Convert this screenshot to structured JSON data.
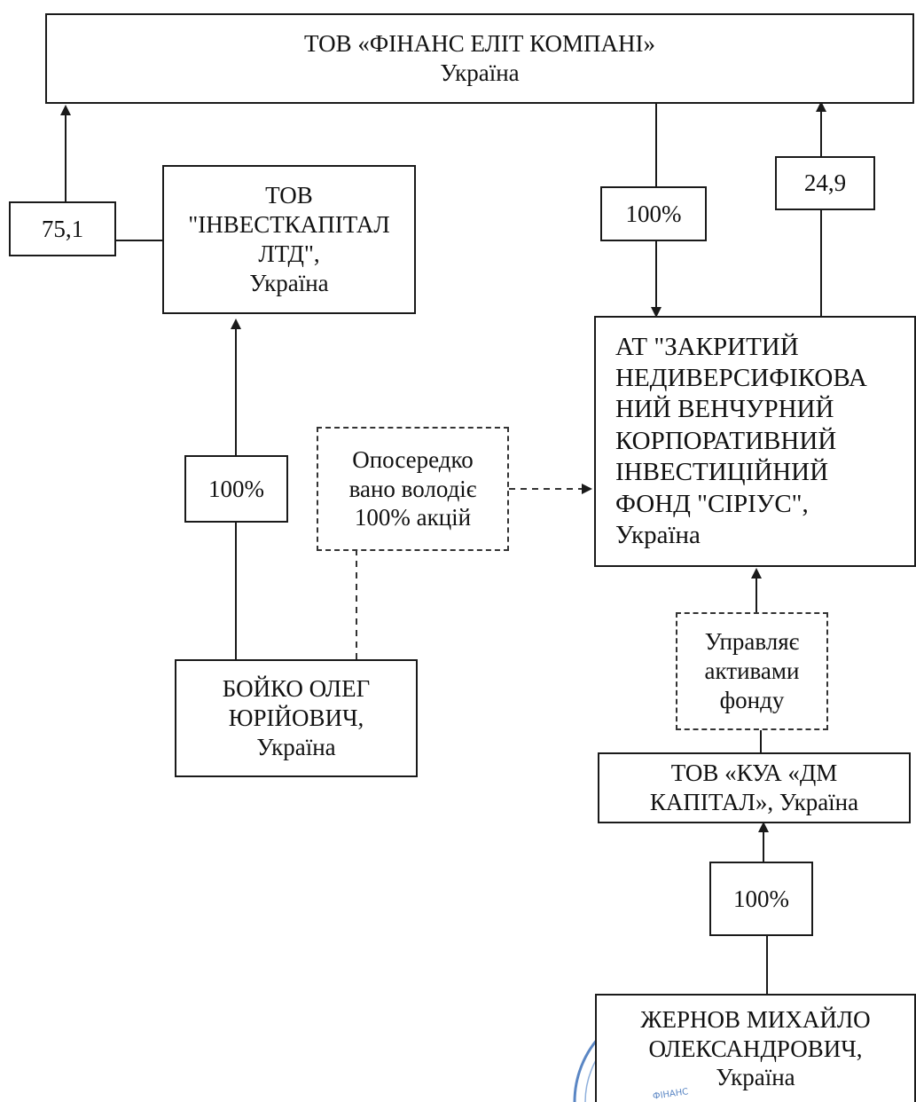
{
  "nodes": {
    "parent_company": {
      "lines": [
        "ТОВ «ФІНАНС ЕЛІТ КОМПАНІ»",
        "Україна"
      ]
    },
    "investkapital": {
      "lines": [
        "ТОВ",
        "\"ІНВЕСТКАПІТАЛ",
        "ЛТД\",",
        "Україна"
      ]
    },
    "fund_sirius": {
      "lines": [
        "АТ \"ЗАКРИТИЙ",
        "НЕДИВЕРСИФІКОВА",
        "НИЙ ВЕНЧУРНИЙ",
        "КОРПОРАТИВНИЙ",
        "ІНВЕСТИЦІЙНИЙ",
        "ФОНД \"СІРІУС\",",
        "Україна"
      ]
    },
    "boiko": {
      "lines": [
        "БОЙКО ОЛЕГ",
        "ЮРІЙОВИЧ,",
        "Україна"
      ]
    },
    "kua_dm_capital": {
      "lines": [
        "ТОВ «КУА «ДМ",
        "КАПІТАЛ», Україна"
      ]
    },
    "zhernov": {
      "lines": [
        "ЖЕРНОВ МИХАЙЛО",
        "ОЛЕКСАНДРОВИЧ,",
        "Україна"
      ]
    }
  },
  "labels": {
    "share_investkapital": "75,1",
    "share_parent_to_fund": "100%",
    "share_fund_to_parent": "24,9",
    "share_boiko": "100%",
    "share_zhernov": "100%"
  },
  "notes": {
    "indirect_ownership": [
      "Опосередко",
      "вано володіє",
      "100% акцій"
    ],
    "manages_assets": [
      "Управляє",
      "активами",
      "фонду"
    ]
  },
  "stamp": {
    "text": "ФІНАНС"
  },
  "colors": {
    "line": "#1a1a1a",
    "stamp": "#5a86c4"
  }
}
